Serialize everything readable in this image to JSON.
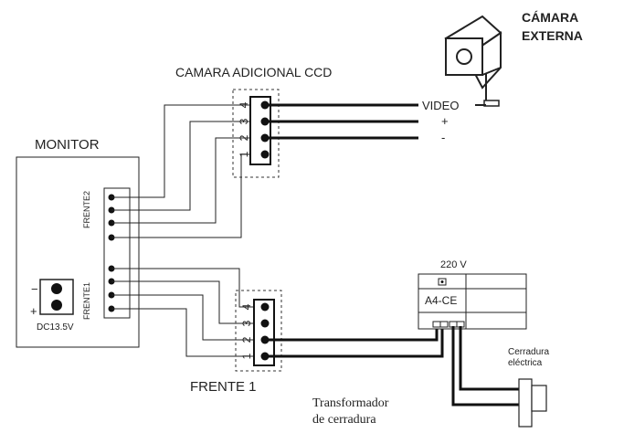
{
  "labels": {
    "camera_external": [
      "CÁMARA",
      "EXTERNA"
    ],
    "camera_additional": "CAMARA ADICIONAL CCD",
    "monitor": "MONITOR",
    "frente2": "FRENTE2",
    "frente1": "FRENTE1",
    "dc": "DC13.5V",
    "video": "VIDEO",
    "plus": "+",
    "minus": "-",
    "v220": "220 V",
    "transformer_model": "A4-CE",
    "frente1_block": "FRENTE 1",
    "transformer_caption": [
      "Transformador",
      "de cerradura"
    ],
    "lock_caption": [
      "Cerradura",
      "eléctrica"
    ],
    "power_minus": "−",
    "power_plus": "+"
  },
  "terminals": {
    "cam_block": [
      "4",
      "3",
      "2",
      "1"
    ],
    "frente1_block": [
      "4",
      "3",
      "2",
      "1"
    ]
  }
}
